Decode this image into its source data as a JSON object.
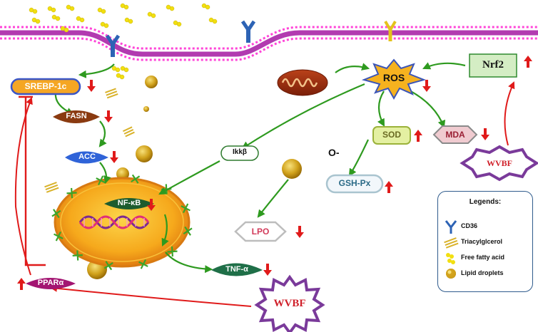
{
  "nodes": {
    "srebp1c": "SREBP-1c",
    "fasn": "FASN",
    "acc": "ACC",
    "nfkb": "NF-κB",
    "tnfa": "TNF-α",
    "ppara": "PPARα",
    "ros": "ROS",
    "nrf2": "Nrf2",
    "sod": "SOD",
    "mda": "MDA",
    "ikkb": "Ikkβ",
    "gshpx": "GSH-Px",
    "lpo": "LPO",
    "o_minus": "O-",
    "wvbf_bottom": "WVBF",
    "wvbf_right": "WVBF"
  },
  "legend": {
    "title": "Legends:",
    "items": [
      {
        "icon": "cd36-receptor-icon",
        "label": "CD36"
      },
      {
        "icon": "triacylglycerol-icon",
        "label": "Triacylglcerol"
      },
      {
        "icon": "free-fatty-acid-icon",
        "label": "Free fatty acid"
      },
      {
        "icon": "lipid-droplet-icon",
        "label": "Lipid droplets"
      }
    ]
  },
  "colors": {
    "arrow_green": "#2e9a1f",
    "arrow_red": "#e01a1a",
    "membrane_purple": "#b23bb0",
    "membrane_pink": "#ff44d8",
    "fatty_acid_yellow": "#f2df10",
    "wvbf_border": "#7a3a9a",
    "nucleus_orange": "#f4a01a",
    "legend_border": "#2f5b8c"
  }
}
